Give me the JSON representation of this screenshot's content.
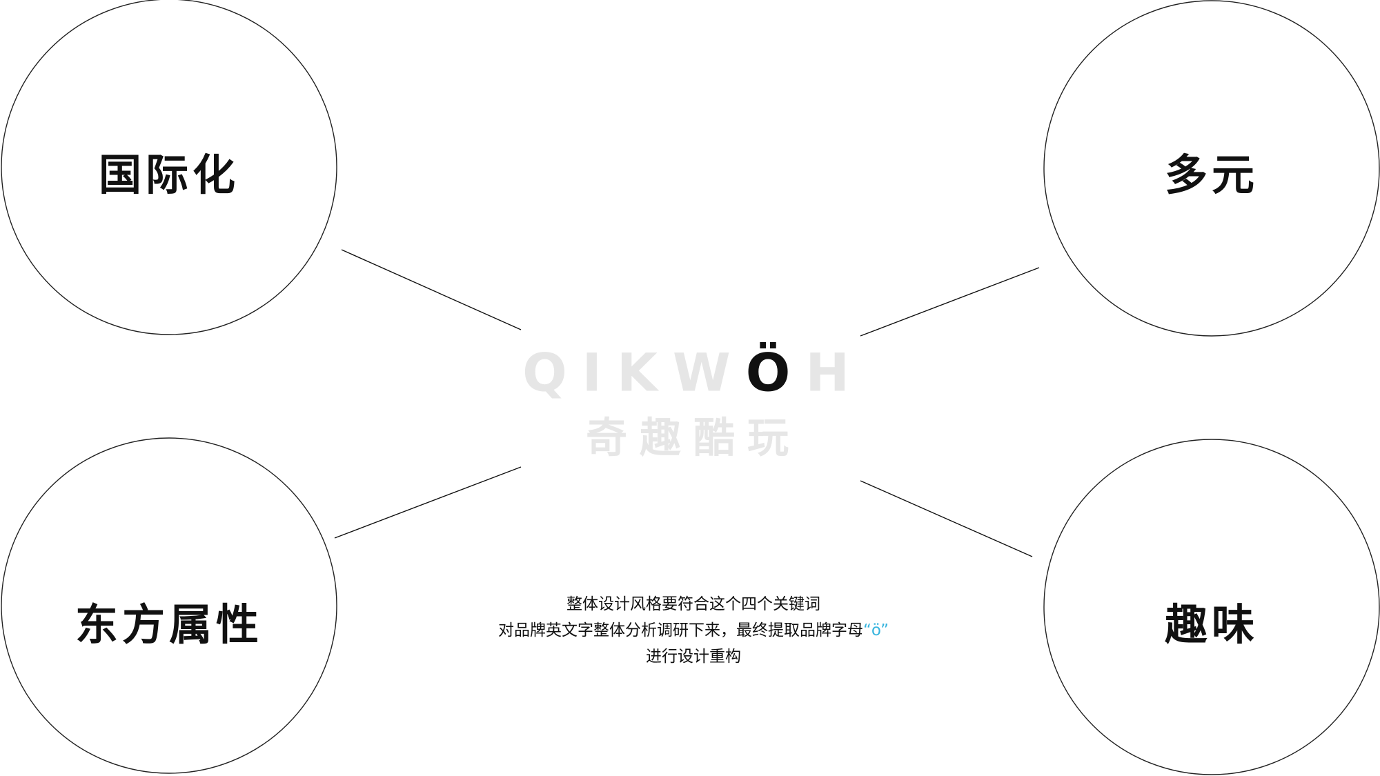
{
  "colors": {
    "background": "#ffffff",
    "text": "#111111",
    "logo_faded": "#e6e6e6",
    "logo_accent": "#111111",
    "highlight": "#36b4de"
  },
  "keywords": {
    "international": "国际化",
    "diverse": "多元",
    "eastern": "东方属性",
    "fun": "趣味"
  },
  "logo": {
    "letters": [
      "Q",
      "I",
      "K",
      "W",
      "Ö",
      "H"
    ],
    "accent_letter": "Ö",
    "chinese": "奇趣酷玩"
  },
  "description": {
    "line1": "整体设计风格要符合这个四个关键词",
    "line2": "对品牌英文字整体分析调研下来，最终提取品牌字母",
    "line2_highlight": "“ö”",
    "line3": "进行设计重构"
  }
}
